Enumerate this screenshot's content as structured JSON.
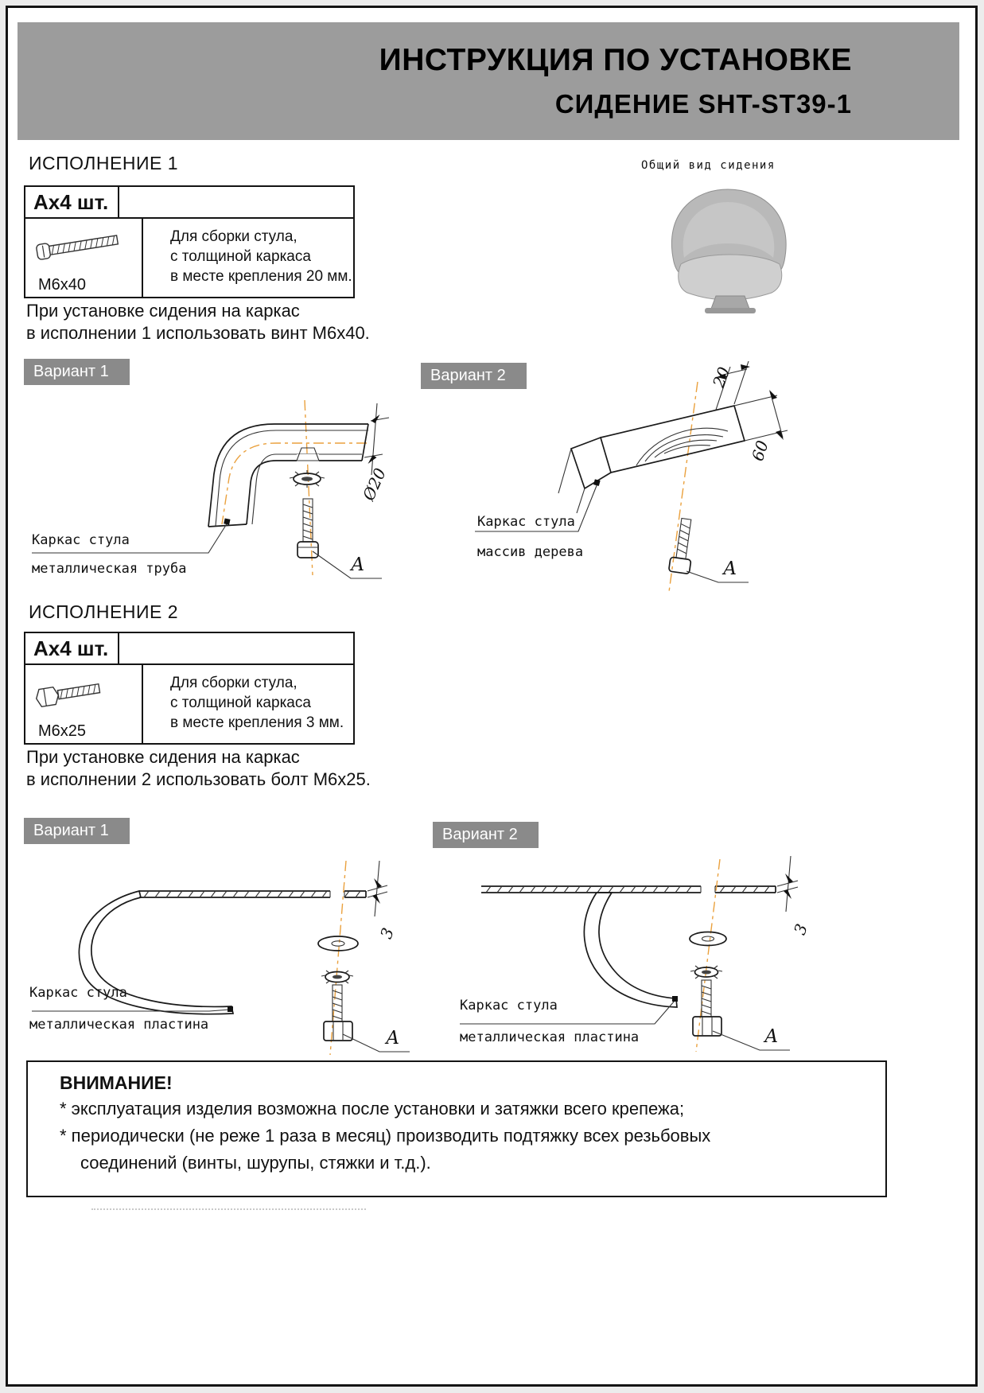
{
  "header": {
    "title": "ИНСТРУКЦИЯ ПО УСТАНОВКЕ",
    "subtitle": "СИДЕНИЕ SHT-ST39-1"
  },
  "general_view_label": "Общий вид сидения",
  "execution1": {
    "heading": "ИСПОЛНЕНИЕ 1",
    "table": {
      "qty": "Ах4 шт.",
      "part": "M6x40",
      "desc": [
        "Для сборки стула,",
        "с толщиной каркаса",
        "в месте крепления 20 мм."
      ]
    },
    "note": [
      "При установке сидения на каркас",
      "в исполнении 1 использовать винт М6х40."
    ],
    "variant1": {
      "badge": "Вариант 1",
      "frame_label": "Каркас стула",
      "material_label": "металлическая труба",
      "dim_diameter": "Ø20",
      "callout": "А"
    },
    "variant2": {
      "badge": "Вариант 2",
      "frame_label": "Каркас стула",
      "material_label": "массив дерева",
      "dim_thickness": "20",
      "dim_width": "60",
      "callout": "А"
    }
  },
  "execution2": {
    "heading": "ИСПОЛНЕНИЕ 2",
    "table": {
      "qty": "Ах4 шт.",
      "part": "M6x25",
      "desc": [
        "Для сборки стула,",
        "с толщиной каркаса",
        "в месте крепления 3 мм."
      ]
    },
    "note": [
      "При установке сидения на каркас",
      "в исполнении 2 использовать болт М6х25."
    ],
    "variant1": {
      "badge": "Вариант 1",
      "frame_label": "Каркас стула",
      "material_label": "металлическая пластина",
      "dim_thickness": "3",
      "callout": "А"
    },
    "variant2": {
      "badge": "Вариант 2",
      "frame_label": "Каркас стула",
      "material_label": "металлическая пластина",
      "dim_thickness": "3",
      "callout": "А"
    }
  },
  "warning": {
    "title": "ВНИМАНИЕ!",
    "items": [
      "* эксплуатация изделия возможна после установки и затяжки всего крепежа;",
      "* периодически (не реже 1 раза в месяц) производить подтяжку всех резьбовых",
      "соединений (винты, шурупы, стяжки и т.д.)."
    ]
  },
  "colors": {
    "header_band": "#9c9c9c",
    "variant_badge": "#8a8a8a",
    "centerline": "#eaa13e"
  }
}
